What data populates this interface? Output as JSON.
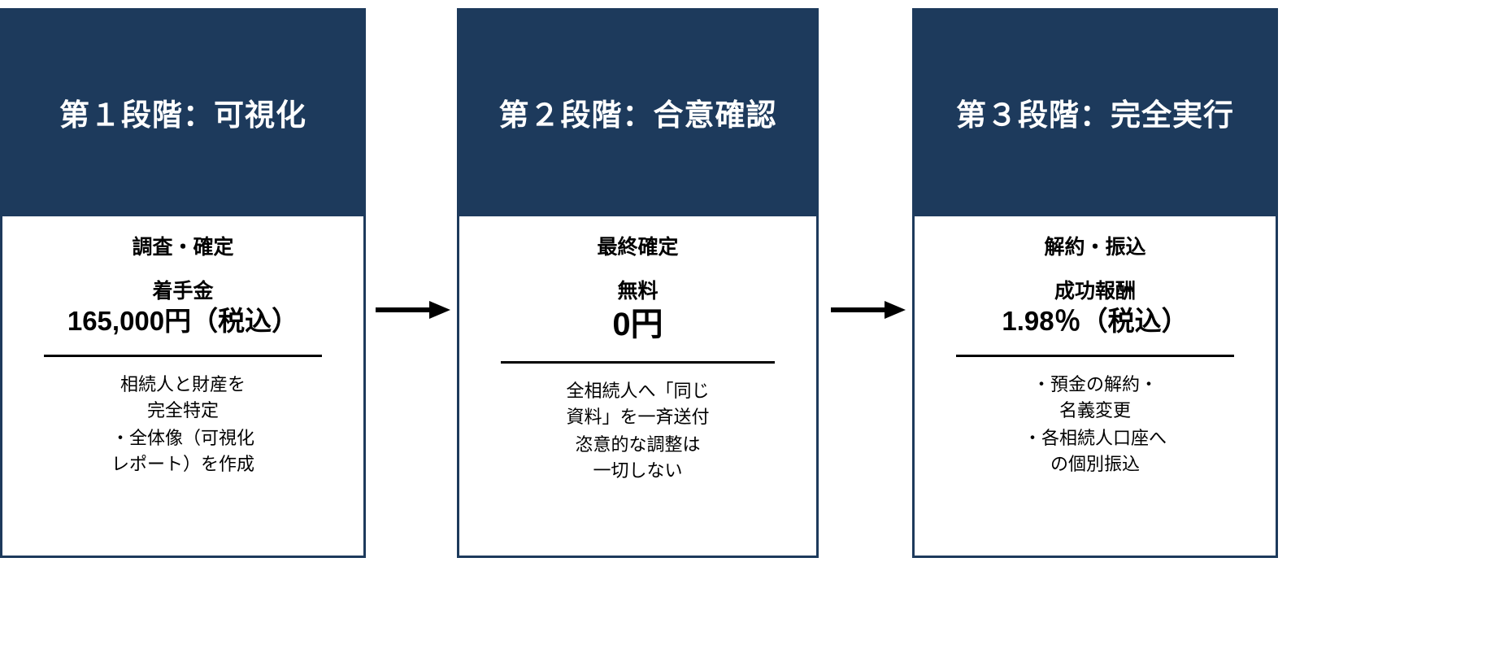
{
  "diagram": {
    "type": "3-stage process flow",
    "accent_color": "#1d3a5c",
    "text_color": "#000000",
    "header_text_color": "#ffffff"
  },
  "stages": [
    {
      "header": "第１段階：可視化",
      "subtitle": "調査・確定",
      "fee_label": "着手金",
      "fee_amount": "165,000円（税込）",
      "description": [
        "相続人と財産を",
        "完全特定",
        "・全体像（可視化",
        "レポート）を作成"
      ]
    },
    {
      "header": "第２段階：合意確認",
      "subtitle": "最終確定",
      "fee_label": "無料",
      "fee_amount": "0円",
      "description": [
        "全相続人へ「同じ",
        "資料」を一斉送付",
        "恣意的な調整は",
        "一切しない"
      ]
    },
    {
      "header": "第３段階：完全実行",
      "subtitle": "解約・振込",
      "fee_label": "成功報酬",
      "fee_amount": "1.98％（税込）",
      "description": [
        "・預金の解約・",
        "名義変更",
        "・各相続人口座へ",
        "の個別振込"
      ]
    }
  ],
  "connectors": [
    {
      "name": "arrow-stage1-to-stage2",
      "direction": "right"
    },
    {
      "name": "arrow-stage2-to-stage3",
      "direction": "right"
    }
  ]
}
